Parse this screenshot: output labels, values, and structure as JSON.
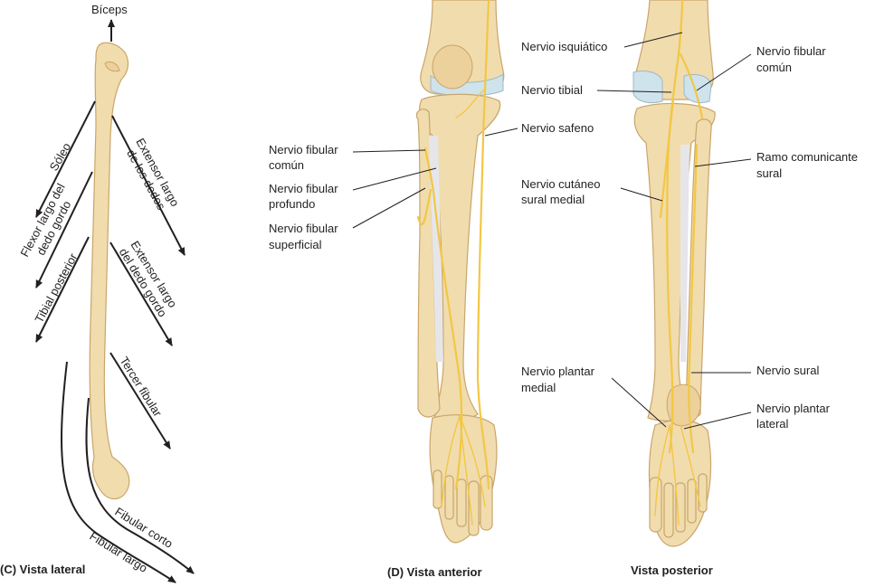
{
  "panel_c": {
    "caption": "(C) Vista lateral",
    "labels": {
      "biceps": "Bíceps",
      "soleo": "Sóleo",
      "flexor_1": "Flexor largo del",
      "flexor_2": "dedo gordo",
      "tibial_posterior": "Tibial posterior",
      "ext_dedos_1": "Extensor largo",
      "ext_dedos_2": "de los dedos",
      "ext_gordo_1": "Extensor largo",
      "ext_gordo_2": "del dedo gordo",
      "tercer_fibular": "Tercer fibular",
      "fibular_corto": "Fibular corto",
      "fibular_largo": "Fibular largo"
    }
  },
  "panel_d": {
    "caption_anterior": "(D) Vista anterior",
    "caption_posterior": "Vista posterior",
    "labels": {
      "fibular_comun_a1": "Nervio fibular",
      "fibular_comun_a2": "común",
      "fibular_profundo_1": "Nervio fibular",
      "fibular_profundo_2": "profundo",
      "fibular_superficial_1": "Nervio fibular",
      "fibular_superficial_2": "superficial",
      "isquiatico": "Nervio isquiático",
      "tibial": "Nervio tibial",
      "safeno": "Nervio safeno",
      "cutaneo_1": "Nervio cutáneo",
      "cutaneo_2": "sural medial",
      "plantar_medial_1": "Nervio plantar",
      "plantar_medial_2": "medial",
      "fibular_comun_p1": "Nervio fibular",
      "fibular_comun_p2": "común",
      "ramo_1": "Ramo comunicante",
      "ramo_2": "sural",
      "sural": "Nervio sural",
      "plantar_lateral_1": "Nervio plantar",
      "plantar_lateral_2": "lateral"
    }
  }
}
